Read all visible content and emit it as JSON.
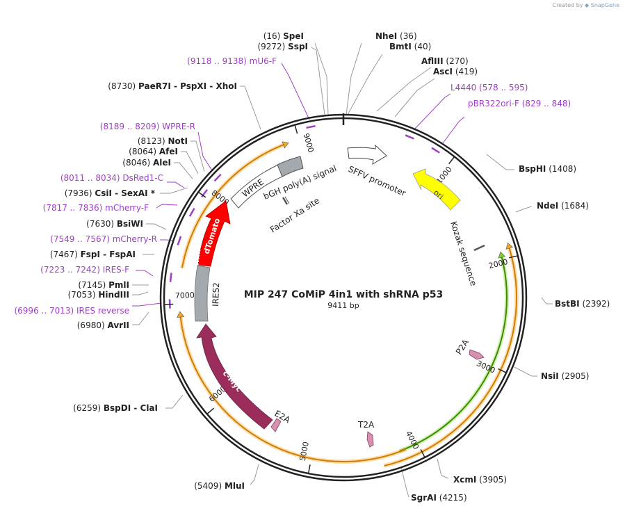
{
  "credit": {
    "prefix": "Created by",
    "brand": "SnapGene"
  },
  "title": "MIP 247 CoMiP 4in1 with shRNA p53",
  "length_label": "9411 bp",
  "total_bp": 9411,
  "colors": {
    "backbone": "#222222",
    "primer": "#a03ec6",
    "orange_feature": "#f5a623",
    "green_feature": "#7ed321",
    "ori": "#ffff00",
    "dtomato": "#ff0000",
    "cmyc": "#9b2d5c",
    "ires2": "#a4a9ad",
    "wpre": "#ffffff",
    "bgh": "#a4a9ad",
    "pink_2a": "#d990b0"
  },
  "ticks": [
    "1000",
    "2000",
    "3000",
    "4000",
    "5000",
    "6000",
    "7000",
    "8000",
    "9000"
  ],
  "enzymes": [
    {
      "pos": "(16)",
      "name": "SpeI"
    },
    {
      "pos": "(36)",
      "name": "NheI"
    },
    {
      "pos": "(40)",
      "name": "BmtI"
    },
    {
      "pos": "(270)",
      "name": "AflIII"
    },
    {
      "pos": "(419)",
      "name": "AscI"
    },
    {
      "pos": "(1408)",
      "name": "BspHI"
    },
    {
      "pos": "(1684)",
      "name": "NdeI"
    },
    {
      "pos": "(2392)",
      "name": "BstBI"
    },
    {
      "pos": "(2905)",
      "name": "NsiI"
    },
    {
      "pos": "(3905)",
      "name": "XcmI"
    },
    {
      "pos": "(4215)",
      "name": "SgrAI"
    },
    {
      "pos": "(5409)",
      "name": "MluI"
    },
    {
      "pos": "(6259)",
      "name": "BspDI - ClaI"
    },
    {
      "pos": "(6980)",
      "name": "AvrII"
    },
    {
      "pos": "(7053)",
      "name": "HindIII"
    },
    {
      "pos": "(7145)",
      "name": "PmlI"
    },
    {
      "pos": "(7467)",
      "name": "FspI - FspAI"
    },
    {
      "pos": "(7630)",
      "name": "BsiWI"
    },
    {
      "pos": "(7936)",
      "name": "CsiI - SexAI *"
    },
    {
      "pos": "(8046)",
      "name": "AleI"
    },
    {
      "pos": "(8064)",
      "name": "AfeI"
    },
    {
      "pos": "(8123)",
      "name": "NotI"
    },
    {
      "pos": "(8730)",
      "name": "PaeR7I - PspXI - XhoI"
    },
    {
      "pos": "(9272)",
      "name": "SspI"
    }
  ],
  "primers": [
    {
      "range": "(9118 .. 9138)",
      "name": "mU6-F"
    },
    {
      "range": "(578 .. 595)",
      "name": "L4440"
    },
    {
      "range": "(829 .. 848)",
      "name": "pBR322ori-F"
    },
    {
      "range": "(8189 .. 8209)",
      "name": "WPRE-R"
    },
    {
      "range": "(8011 .. 8034)",
      "name": "DsRed1-C"
    },
    {
      "range": "(7817 .. 7836)",
      "name": "mCherry-F"
    },
    {
      "range": "(7549 .. 7567)",
      "name": "mCherry-R"
    },
    {
      "range": "(7223 .. 7242)",
      "name": "IRES-F"
    },
    {
      "range": "(6996 .. 7013)",
      "name": "IRES reverse"
    }
  ],
  "features": {
    "sffv": "SFFV promoter",
    "ori": "ori",
    "kozak": "Kozak sequence",
    "p2a": "P2A",
    "t2a": "T2A",
    "e2a": "E2A",
    "cmyc": "c-Myc",
    "ires2": "IRES2",
    "dtomato": "dTomato",
    "wpre": "WPRE",
    "bgh": "bGH poly(A) signal",
    "factor_xa": "Factor Xa site"
  }
}
